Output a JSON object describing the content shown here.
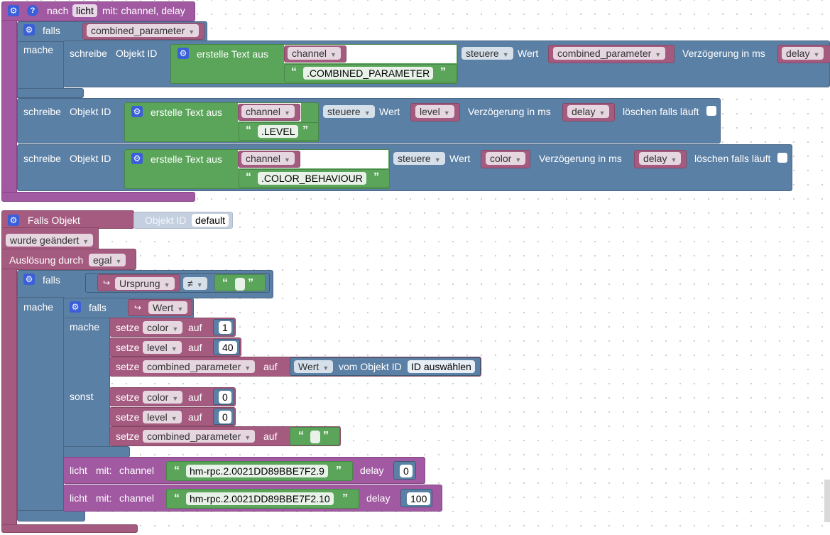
{
  "func_block": {
    "prefix": "nach",
    "name": "licht",
    "params": "mit: channel, delay",
    "if1": {
      "falls": "falls",
      "cond_var": "combined_parameter",
      "mache": "mache",
      "write": {
        "schreibe": "schreibe",
        "objekt_id": "Objekt ID",
        "erstelle": "erstelle Text aus",
        "channel": "channel",
        "suffix": ".COMBINED_PARAMETER",
        "steuere": "steuere",
        "wert": "Wert",
        "value_var": "combined_parameter",
        "verzoegerung": "Verzögerung in ms",
        "delay_var": "delay"
      }
    },
    "write2": {
      "schreibe": "schreibe",
      "objekt_id": "Objekt ID",
      "erstelle": "erstelle Text aus",
      "channel": "channel",
      "suffix": ".LEVEL",
      "steuere": "steuere",
      "wert": "Wert",
      "value_var": "level",
      "verzoegerung": "Verzögerung in ms",
      "delay_var": "delay",
      "loeschen": "löschen falls läuft"
    },
    "write3": {
      "schreibe": "schreibe",
      "objekt_id": "Objekt ID",
      "erstelle": "erstelle Text aus",
      "channel": "channel",
      "suffix": ".COLOR_BEHAVIOUR",
      "steuere": "steuere",
      "wert": "Wert",
      "value_var": "color",
      "verzoegerung": "Verzögerung in ms",
      "delay_var": "delay",
      "loeschen": "löschen falls läuft"
    }
  },
  "trigger_block": {
    "title": "Falls Objekt",
    "objekt_id": "Objekt ID",
    "default": "default",
    "wurde": "wurde geändert",
    "ausloesung": "Auslösung durch",
    "egal": "egal",
    "if_outer": {
      "falls": "falls",
      "ursprung": "Ursprung",
      "neq": "≠",
      "mache": "mache"
    },
    "if_inner": {
      "falls": "falls",
      "wert": "Wert",
      "mache": "mache",
      "sonst": "sonst",
      "setze": "setze",
      "auf": "auf",
      "then": [
        {
          "var": "color",
          "value": "1"
        },
        {
          "var": "level",
          "value": "40"
        }
      ],
      "then_combined": {
        "var": "combined_parameter",
        "wert": "Wert",
        "vom": "vom Objekt ID",
        "id_select": "ID auswählen"
      },
      "else": [
        {
          "var": "color",
          "value": "0"
        },
        {
          "var": "level",
          "value": "0"
        }
      ],
      "else_combined": {
        "var": "combined_parameter"
      }
    },
    "call1": {
      "licht": "licht",
      "mit": "mit:",
      "channel": "channel",
      "channel_value": "hm-rpc.2.0021DD89BBE7F2.9",
      "delay": "delay",
      "delay_value": "0"
    },
    "call2": {
      "licht": "licht",
      "mit": "mit:",
      "channel": "channel",
      "channel_value": "hm-rpc.2.0021DD89BBE7F2.10",
      "delay": "delay",
      "delay_value": "100"
    }
  },
  "colors": {
    "procedure": "#a15aa2",
    "logic": "#5b80a5",
    "text": "#5ba55b",
    "variable": "#a55b80",
    "trigger": "#a55b80"
  }
}
